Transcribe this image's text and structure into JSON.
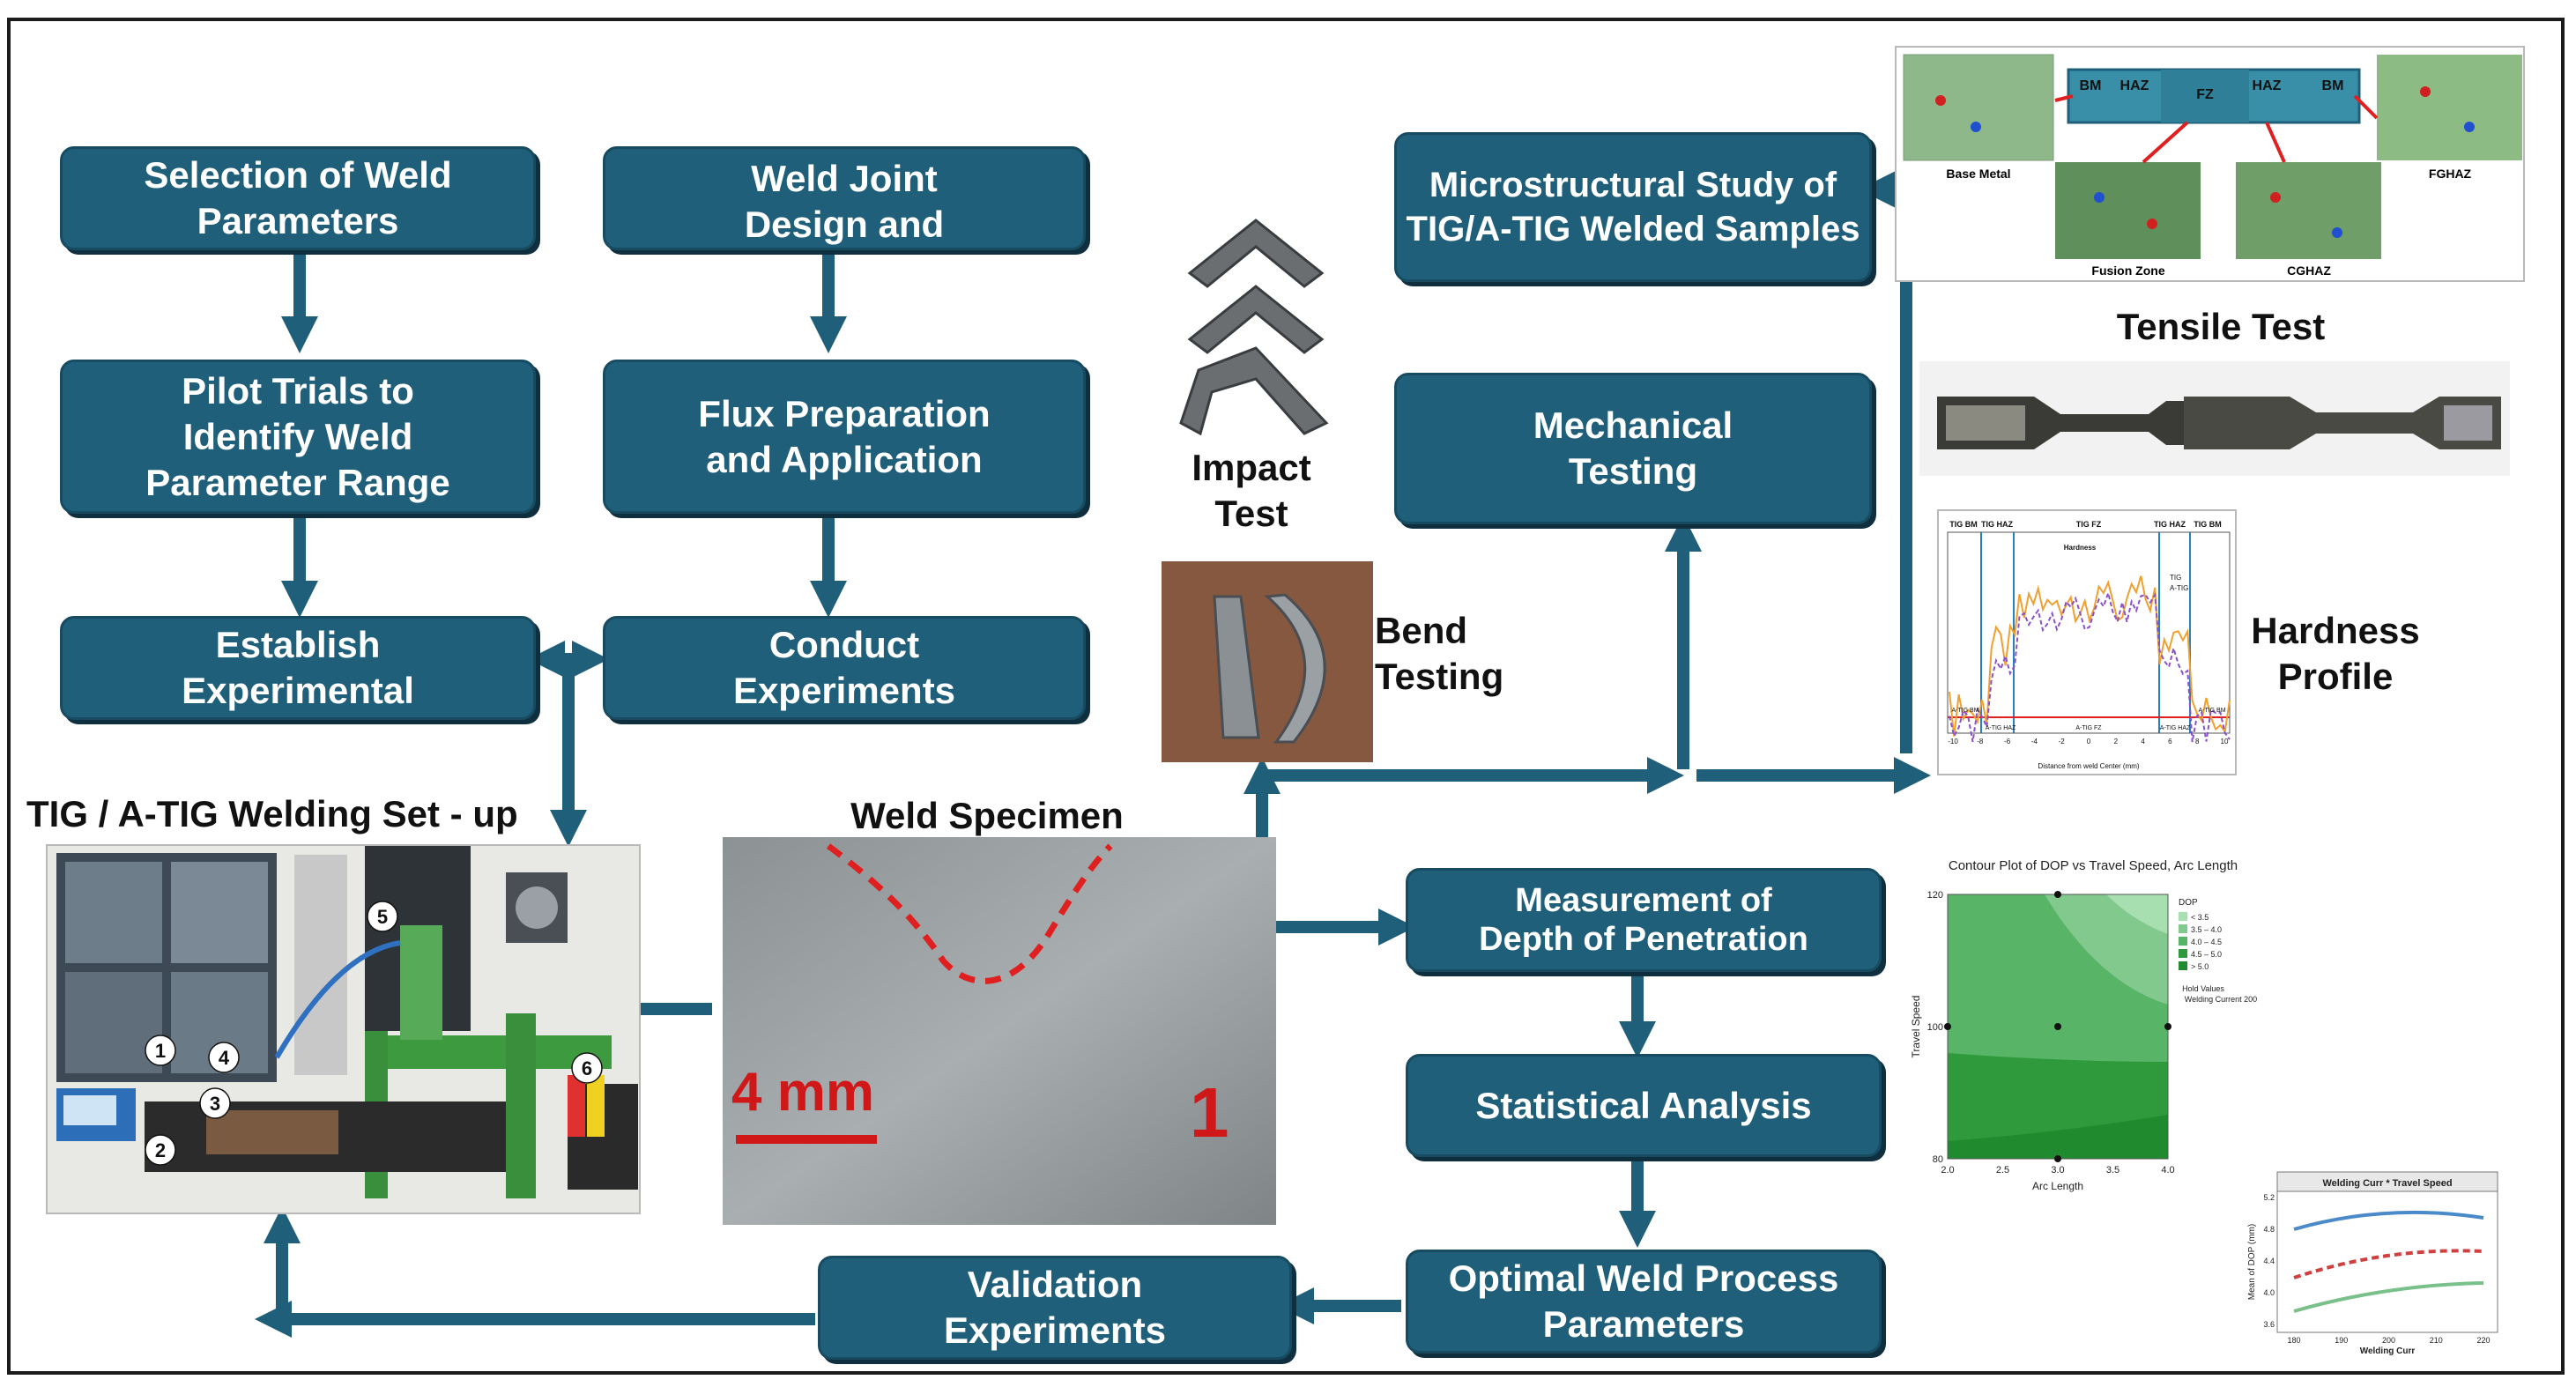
{
  "boxes": {
    "selection": "Selection of Weld\nParameters",
    "joint_design": "Weld Joint\nDesign and",
    "pilot": "Pilot Trials to\nIdentify Weld\nParameter Range",
    "flux": "Flux Preparation\nand Application",
    "establish": "Establish\nExperimental",
    "conduct": "Conduct\nExperiments",
    "microstructural": "Microstructural Study of\nTIG/A-TIG Welded Samples",
    "mechanical": "Mechanical\nTesting",
    "depth": "Measurement of\nDepth of Penetration",
    "statistical": "Statistical Analysis",
    "optimal": "Optimal Weld Process\nParameters",
    "validation": "Validation\nExperiments"
  },
  "labels": {
    "setup": "TIG / A-TIG Welding Set - up",
    "specimen": "Weld Specimen",
    "impact": "Impact\nTest",
    "bend": "Bend\nTesting",
    "tensile": "Tensile Test",
    "hardness": "Hardness\nProfile"
  },
  "specimen": {
    "scale": "4 mm",
    "number": "1"
  },
  "setup_callouts": [
    "1",
    "2",
    "3",
    "4",
    "5",
    "6"
  ],
  "micro": {
    "base_metal": "Base Metal",
    "fusion_zone": "Fusion Zone",
    "cghaz": "CGHAZ",
    "fghaz": "FGHAZ",
    "strip_labels": [
      "BM",
      "HAZ",
      "FZ",
      "HAZ",
      "BM"
    ]
  },
  "hardness_plot": {
    "zone_labels": [
      "TIG BM",
      "TIG HAZ",
      "TIG FZ",
      "TIG HAZ",
      "TIG BM"
    ],
    "atig_labels": [
      "A-TIG BM",
      "A-TIG HAZ",
      "A-TIG FZ",
      "A-TIG HAZ",
      "A-TIG BM"
    ],
    "legend": [
      "TIG",
      "A-TIG"
    ],
    "xlabel": "Distance from weld Center (mm)",
    "yaxis_label": "Hardness",
    "xticks": [
      "-10",
      "-8",
      "-6",
      "-4",
      "-2",
      "0",
      "2",
      "4",
      "6",
      "8",
      "10"
    ]
  },
  "contour_plot": {
    "title": "Contour Plot of DOP vs Travel Speed, Arc Length",
    "xlabel": "Arc Length",
    "ylabel": "Travel Speed",
    "xticks": [
      "2.0",
      "2.5",
      "3.0",
      "3.5",
      "4.0"
    ],
    "yticks": [
      "80",
      "100",
      "120"
    ],
    "legend_title": "DOP",
    "legend": [
      "< 3.5",
      "3.5 – 4.0",
      "4.0 – 4.5",
      "4.5 – 5.0",
      "> 5.0"
    ],
    "hold_title": "Hold Values",
    "hold_value": "Welding Current  200"
  },
  "interaction_plot": {
    "title": "Welding Curr * Travel Speed",
    "ylabel": "Mean of DOP (mm)",
    "xlabel": "Welding Curr",
    "yticks": [
      "3.6",
      "4.0",
      "4.4",
      "4.8",
      "5.2"
    ],
    "xticks": [
      "180",
      "190",
      "200",
      "210",
      "220"
    ]
  },
  "colors": {
    "box_fill": "#1f5f7a",
    "box_shadow": "#0f2f3e",
    "arrow": "#1f5f7a",
    "contour_light": "#a8dfb0",
    "contour_dark": "#1f8a2e",
    "hardness_tig": "#8a52c9",
    "hardness_atig": "#f0a030",
    "dashed_weld": "#e02020"
  }
}
